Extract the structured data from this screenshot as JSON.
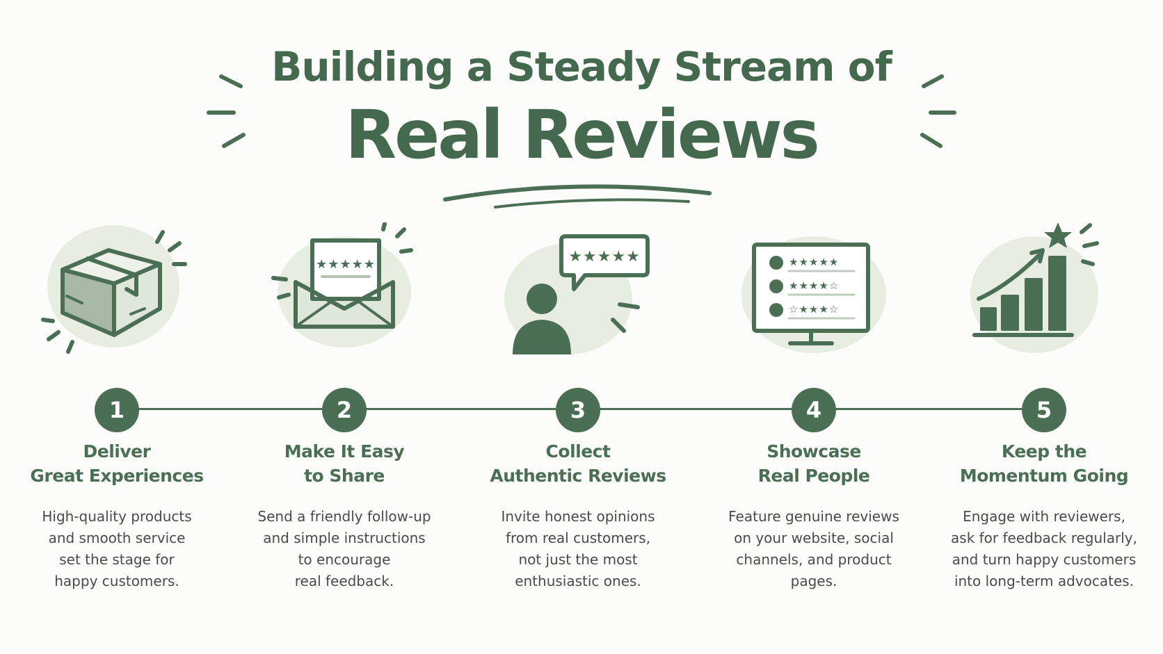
{
  "title": {
    "line1": "Building a Steady Stream of",
    "line2": "Real Reviews"
  },
  "colors": {
    "primary": "#4b6f55",
    "blob": "#e8ede2",
    "text": "#4a4a4a"
  },
  "steps": [
    {
      "number": "1",
      "heading": [
        "Deliver",
        "Great Experiences"
      ],
      "desc": [
        "High-quality products",
        "and smooth service",
        "set the stage for",
        "happy customers."
      ],
      "icon": "package-box-icon"
    },
    {
      "number": "2",
      "heading": [
        "Make It Easy",
        "to Share"
      ],
      "desc": [
        "Send a friendly follow-up",
        "and simple instructions",
        "to encourage",
        "real feedback."
      ],
      "icon": "envelope-review-icon"
    },
    {
      "number": "3",
      "heading": [
        "Collect",
        "Authentic Reviews"
      ],
      "desc": [
        "Invite honest opinions",
        "from real customers,",
        "not just the most",
        "enthusiastic ones."
      ],
      "icon": "person-speech-bubble-icon"
    },
    {
      "number": "4",
      "heading": [
        "Showcase",
        "Real People"
      ],
      "desc": [
        "Feature genuine reviews",
        "on your website, social",
        "channels, and product",
        "pages."
      ],
      "icon": "monitor-reviews-icon"
    },
    {
      "number": "5",
      "heading": [
        "Keep the",
        "Momentum Going"
      ],
      "desc": [
        "Engage with reviewers,",
        "ask for feedback regularly,",
        "and turn happy customers",
        "into long-term advocates."
      ],
      "icon": "growth-chart-star-icon"
    }
  ]
}
